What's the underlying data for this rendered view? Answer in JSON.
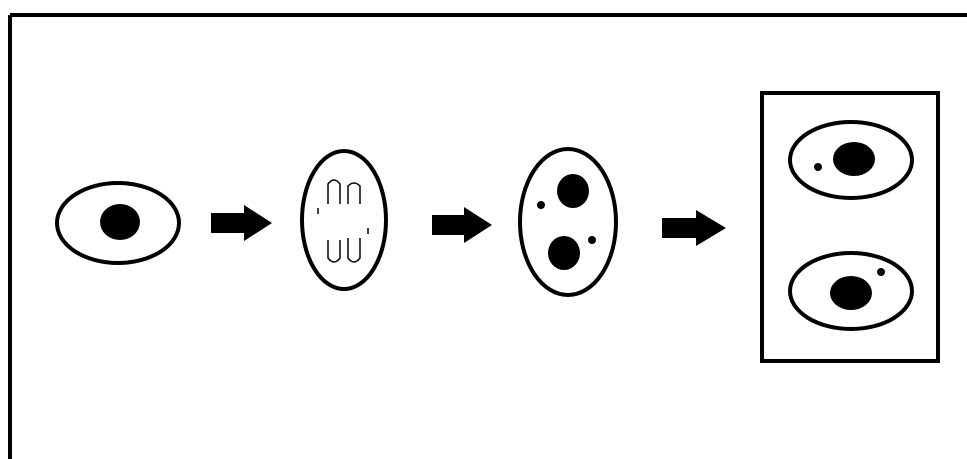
{
  "diagram": {
    "stages": [
      {
        "name": "single-cell"
      },
      {
        "name": "dividing-cell-chromosomes"
      },
      {
        "name": "cell-two-nuclei"
      },
      {
        "name": "two-daughter-cells"
      }
    ],
    "colors": {
      "background": "#ffffff",
      "stroke": "#000000",
      "fill": "#000000"
    }
  }
}
